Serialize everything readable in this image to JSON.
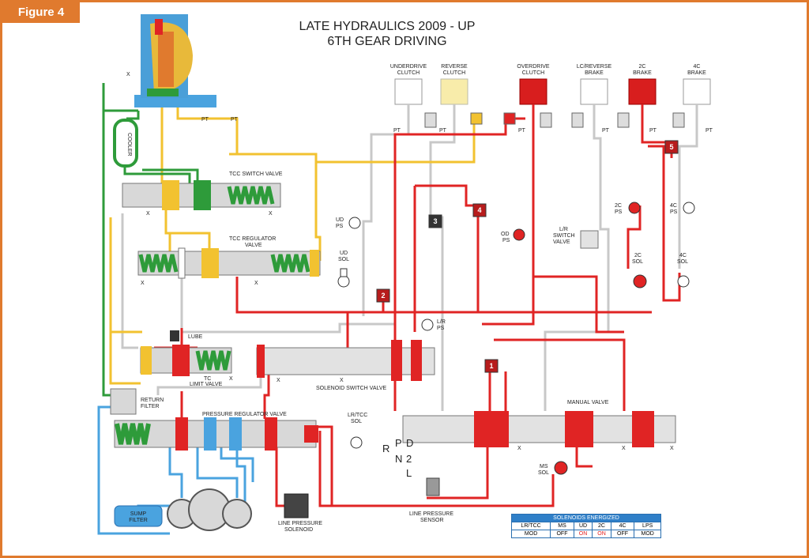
{
  "figure_label": "Figure 4",
  "title_line1": "LATE HYDRAULICS 2009 - UP",
  "title_line2": "6TH GEAR DRIVING",
  "colors": {
    "frame": "#e07a2e",
    "line_pressure": "#e02424",
    "cooler": "#2e9b3a",
    "lube": "#f2c230",
    "sump": "#4aa3df",
    "exhaust": "#c8c8c8"
  },
  "clutches": [
    {
      "label1": "UNDERDRIVE",
      "label2": "CLUTCH",
      "state": "off"
    },
    {
      "label1": "REVERSE",
      "label2": "CLUTCH",
      "state": "yellow"
    },
    {
      "label1": "OVERDRIVE",
      "label2": "CLUTCH",
      "state": "on"
    },
    {
      "label1": "LC/REVERSE",
      "label2": "BRAKE",
      "state": "off"
    },
    {
      "label1": "2C",
      "label2": "BRAKE",
      "state": "on"
    },
    {
      "label1": "4C",
      "label2": "BRAKE",
      "state": "off"
    }
  ],
  "labels": {
    "pt": "PT",
    "x": "X",
    "cooler": "COOLER",
    "tcc_switch": "TCC SWITCH VALVE",
    "tcc_reg1": "TCC REGULATOR",
    "tcc_reg2": "VALVE",
    "ud_ps1": "UD",
    "ud_ps2": "PS",
    "ud_sol1": "UD",
    "ud_sol2": "SOL",
    "od_ps1": "OD",
    "od_ps2": "PS",
    "lr_switch1": "L/R",
    "lr_switch2": "SWITCH",
    "lr_switch3": "VALVE",
    "c2_ps1": "2C",
    "c2_ps2": "PS",
    "c4_ps1": "4C",
    "c4_ps2": "PS",
    "c2_sol1": "2C",
    "c2_sol2": "SOL",
    "c4_sol1": "4C",
    "c4_sol2": "SOL",
    "lr_ps1": "L/R",
    "lr_ps2": "PS",
    "lube": "LUBE",
    "tc_limit1": "TC",
    "tc_limit2": "LIMIT VALVE",
    "solenoid_switch": "SOLENOID SWITCH VALVE",
    "return1": "RETURN",
    "return2": "FILTER",
    "pressure_reg": "PRESSURE REGULATOR VALVE",
    "lrtcc_sol1": "LR/TCC",
    "lrtcc_sol2": "SOL",
    "manual_valve": "MANUAL VALVE",
    "ms_sol1": "MS",
    "ms_sol2": "SOL",
    "sump1": "SUMP",
    "sump2": "FILTER",
    "lp_sol1": "LINE PRESSURE",
    "lp_sol2": "SOLENOID",
    "lp_sensor1": "LINE PRESSURE",
    "lp_sensor2": "SENSOR"
  },
  "gear_positions": {
    "r": "R",
    "p": "P",
    "n": "N",
    "d": "D",
    "two": "2",
    "l": "L"
  },
  "markers": [
    "1",
    "2",
    "3",
    "4",
    "5"
  ],
  "solenoid_table": {
    "header": "SOLENOIDS ENERGIZED",
    "columns": [
      "LR/TCC",
      "MS",
      "UD",
      "2C",
      "4C",
      "LPS"
    ],
    "values": [
      "MOD",
      "OFF",
      "ON",
      "ON",
      "OFF",
      "MOD"
    ]
  }
}
